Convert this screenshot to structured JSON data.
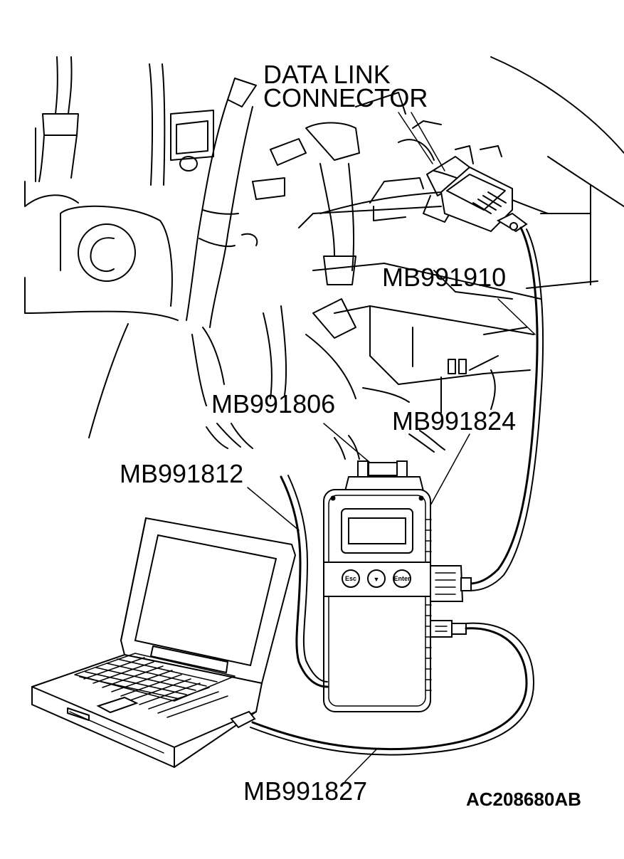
{
  "labels": {
    "data_link_connector_line1": "DATA LINK",
    "data_link_connector_line2": "CONNECTOR",
    "mb991910": "MB991910",
    "mb991806": "MB991806",
    "mb991824": "MB991824",
    "mb991812": "MB991812",
    "mb991827": "MB991827",
    "figure_id": "AC208680AB"
  },
  "tester_buttons": {
    "esc": "Esc",
    "down": "▼",
    "enter": "Enter"
  },
  "colors": {
    "line": "#000000",
    "background": "#ffffff"
  }
}
